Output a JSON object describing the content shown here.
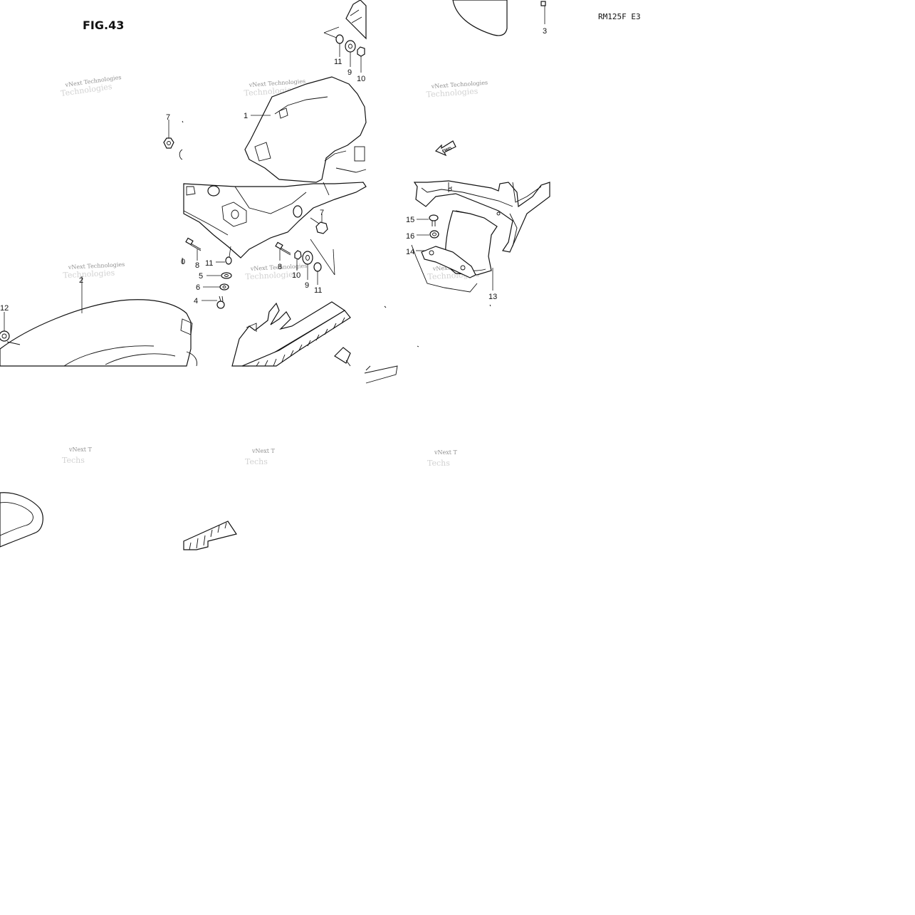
{
  "figure_label": "FIG.43",
  "model_code": "RM125F E3",
  "fwd_arrow_text": "FWD",
  "watermark": {
    "line1": "vNext Technologies",
    "line2": "Technologies",
    "fragment_a": "vNext T",
    "fragment_b": "Techs"
  },
  "callouts": [
    {
      "id": "c1",
      "text": "1"
    },
    {
      "id": "c2",
      "text": "2"
    },
    {
      "id": "c3",
      "text": "3"
    },
    {
      "id": "c4",
      "text": "4"
    },
    {
      "id": "c5",
      "text": "5"
    },
    {
      "id": "c6",
      "text": "6"
    },
    {
      "id": "c7a",
      "text": "7"
    },
    {
      "id": "c7b",
      "text": "7"
    },
    {
      "id": "c8a",
      "text": "8"
    },
    {
      "id": "c8b",
      "text": "8"
    },
    {
      "id": "c9a",
      "text": "9"
    },
    {
      "id": "c9b",
      "text": "9"
    },
    {
      "id": "c10a",
      "text": "10"
    },
    {
      "id": "c10b",
      "text": "10"
    },
    {
      "id": "c11a",
      "text": "11"
    },
    {
      "id": "c11b",
      "text": "11"
    },
    {
      "id": "c11c",
      "text": "11"
    },
    {
      "id": "c12",
      "text": "12"
    },
    {
      "id": "c13",
      "text": "13"
    },
    {
      "id": "c14",
      "text": "14"
    },
    {
      "id": "c15",
      "text": "15"
    },
    {
      "id": "c16",
      "text": "16"
    },
    {
      "id": "c0",
      "text": "0"
    }
  ]
}
